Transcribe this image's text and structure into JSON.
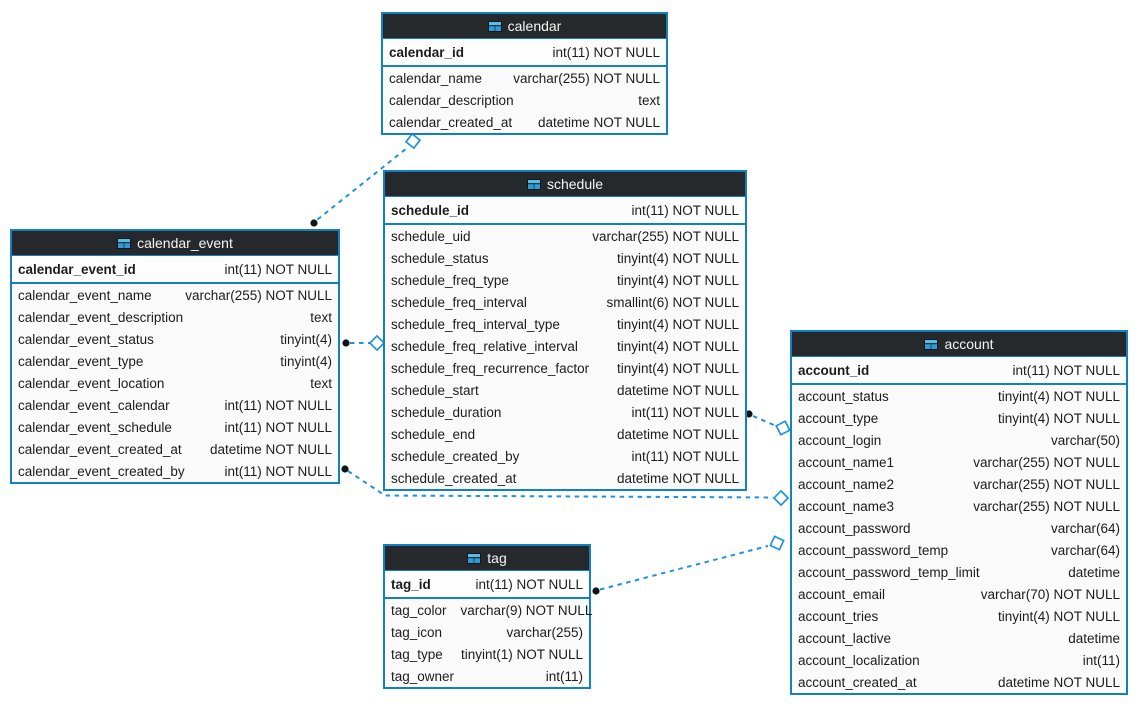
{
  "diagram": {
    "colors": {
      "table_border": "#1480c4",
      "relation_line": "#2093da",
      "header_background": "#26292c",
      "header_text": "#f5f5f5",
      "row_text": "#1c1c1c",
      "icon_blue": "#2f9bd6"
    },
    "tables": [
      {
        "name": "calendar",
        "icon": "table-icon",
        "pk": {
          "name": "calendar_id",
          "type": "int(11) NOT NULL"
        },
        "columns": [
          {
            "name": "calendar_name",
            "type": "varchar(255) NOT NULL"
          },
          {
            "name": "calendar_description",
            "type": "text"
          },
          {
            "name": "calendar_created_at",
            "type": "datetime NOT NULL"
          }
        ]
      },
      {
        "name": "schedule",
        "icon": "table-icon",
        "pk": {
          "name": "schedule_id",
          "type": "int(11) NOT NULL"
        },
        "columns": [
          {
            "name": "schedule_uid",
            "type": "varchar(255) NOT NULL"
          },
          {
            "name": "schedule_status",
            "type": "tinyint(4) NOT NULL"
          },
          {
            "name": "schedule_freq_type",
            "type": "tinyint(4) NOT NULL"
          },
          {
            "name": "schedule_freq_interval",
            "type": "smallint(6) NOT NULL"
          },
          {
            "name": "schedule_freq_interval_type",
            "type": "tinyint(4) NOT NULL"
          },
          {
            "name": "schedule_freq_relative_interval",
            "type": "tinyint(4) NOT NULL"
          },
          {
            "name": "schedule_freq_recurrence_factor",
            "type": "tinyint(4) NOT NULL"
          },
          {
            "name": "schedule_start",
            "type": "datetime NOT NULL"
          },
          {
            "name": "schedule_duration",
            "type": "int(11) NOT NULL"
          },
          {
            "name": "schedule_end",
            "type": "datetime NOT NULL"
          },
          {
            "name": "schedule_created_by",
            "type": "int(11) NOT NULL"
          },
          {
            "name": "schedule_created_at",
            "type": "datetime NOT NULL"
          }
        ]
      },
      {
        "name": "calendar_event",
        "icon": "table-icon",
        "pk": {
          "name": "calendar_event_id",
          "type": "int(11) NOT NULL"
        },
        "columns": [
          {
            "name": "calendar_event_name",
            "type": "varchar(255) NOT NULL"
          },
          {
            "name": "calendar_event_description",
            "type": "text"
          },
          {
            "name": "calendar_event_status",
            "type": "tinyint(4)"
          },
          {
            "name": "calendar_event_type",
            "type": "tinyint(4)"
          },
          {
            "name": "calendar_event_location",
            "type": "text"
          },
          {
            "name": "calendar_event_calendar",
            "type": "int(11) NOT NULL"
          },
          {
            "name": "calendar_event_schedule",
            "type": "int(11) NOT NULL"
          },
          {
            "name": "calendar_event_created_at",
            "type": "datetime NOT NULL"
          },
          {
            "name": "calendar_event_created_by",
            "type": "int(11) NOT NULL"
          }
        ]
      },
      {
        "name": "account",
        "icon": "table-icon",
        "pk": {
          "name": "account_id",
          "type": "int(11) NOT NULL"
        },
        "columns": [
          {
            "name": "account_status",
            "type": "tinyint(4) NOT NULL"
          },
          {
            "name": "account_type",
            "type": "tinyint(4) NOT NULL"
          },
          {
            "name": "account_login",
            "type": "varchar(50)"
          },
          {
            "name": "account_name1",
            "type": "varchar(255) NOT NULL"
          },
          {
            "name": "account_name2",
            "type": "varchar(255) NOT NULL"
          },
          {
            "name": "account_name3",
            "type": "varchar(255) NOT NULL"
          },
          {
            "name": "account_password",
            "type": "varchar(64)"
          },
          {
            "name": "account_password_temp",
            "type": "varchar(64)"
          },
          {
            "name": "account_password_temp_limit",
            "type": "datetime"
          },
          {
            "name": "account_email",
            "type": "varchar(70) NOT NULL"
          },
          {
            "name": "account_tries",
            "type": "tinyint(4) NOT NULL"
          },
          {
            "name": "account_lactive",
            "type": "datetime"
          },
          {
            "name": "account_localization",
            "type": "int(11)"
          },
          {
            "name": "account_created_at",
            "type": "datetime NOT NULL"
          }
        ]
      },
      {
        "name": "tag",
        "icon": "table-icon",
        "pk": {
          "name": "tag_id",
          "type": "int(11) NOT NULL"
        },
        "columns": [
          {
            "name": "tag_color",
            "type": "varchar(9) NOT NULL"
          },
          {
            "name": "tag_icon",
            "type": "varchar(255)"
          },
          {
            "name": "tag_type",
            "type": "tinyint(1) NOT NULL"
          },
          {
            "name": "tag_owner",
            "type": "int(11)"
          }
        ]
      }
    ],
    "relations": [
      {
        "from": "calendar_event",
        "to": "calendar"
      },
      {
        "from": "calendar_event",
        "to": "schedule"
      },
      {
        "from": "schedule",
        "to": "account"
      },
      {
        "from": "calendar_event",
        "to": "account"
      },
      {
        "from": "tag",
        "to": "account"
      }
    ]
  }
}
